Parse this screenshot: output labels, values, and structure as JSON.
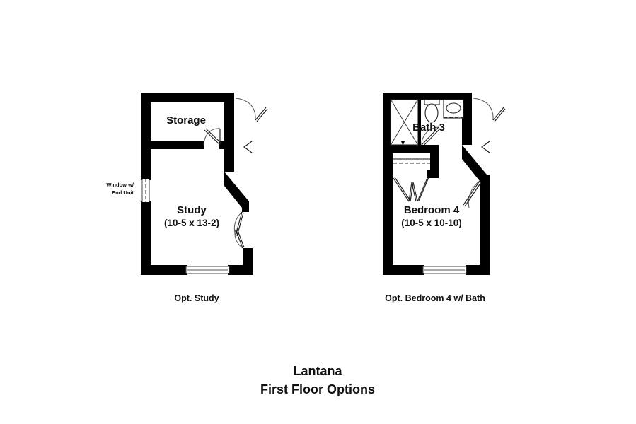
{
  "document": {
    "title_line1": "Lantana",
    "title_line2": "First Floor Options",
    "background_color": "#ffffff",
    "ink_color": "#111111"
  },
  "plans": [
    {
      "id": "opt-study",
      "caption": "Opt. Study",
      "rooms": [
        {
          "name": "Storage",
          "dimensions": ""
        },
        {
          "name": "Study",
          "dimensions": "(10-5 x 13-2)"
        }
      ],
      "annotations": [
        {
          "text_line1": "Window w/",
          "text_line2": "End Unit",
          "symbol": "window-symbol"
        }
      ],
      "features": [
        "exterior-door-top-right",
        "storage-door",
        "angled-wall-right",
        "double-door-opening",
        "bottom-window",
        "side-window"
      ]
    },
    {
      "id": "opt-bedroom-4-with-bath",
      "caption": "Opt. Bedroom 4 w/ Bath",
      "rooms": [
        {
          "name": "Bath 3",
          "dimensions": ""
        },
        {
          "name": "Bedroom 4",
          "dimensions": "(10-5 x 10-10)"
        }
      ],
      "annotations": [],
      "fixtures": [
        "shower-stall",
        "toilet",
        "vanity-sink",
        "closet-shelf-rod"
      ],
      "features": [
        "exterior-door-top-right",
        "bath-door",
        "closet-double-door",
        "bedroom-door",
        "angled-wall-right",
        "bottom-window"
      ]
    }
  ]
}
